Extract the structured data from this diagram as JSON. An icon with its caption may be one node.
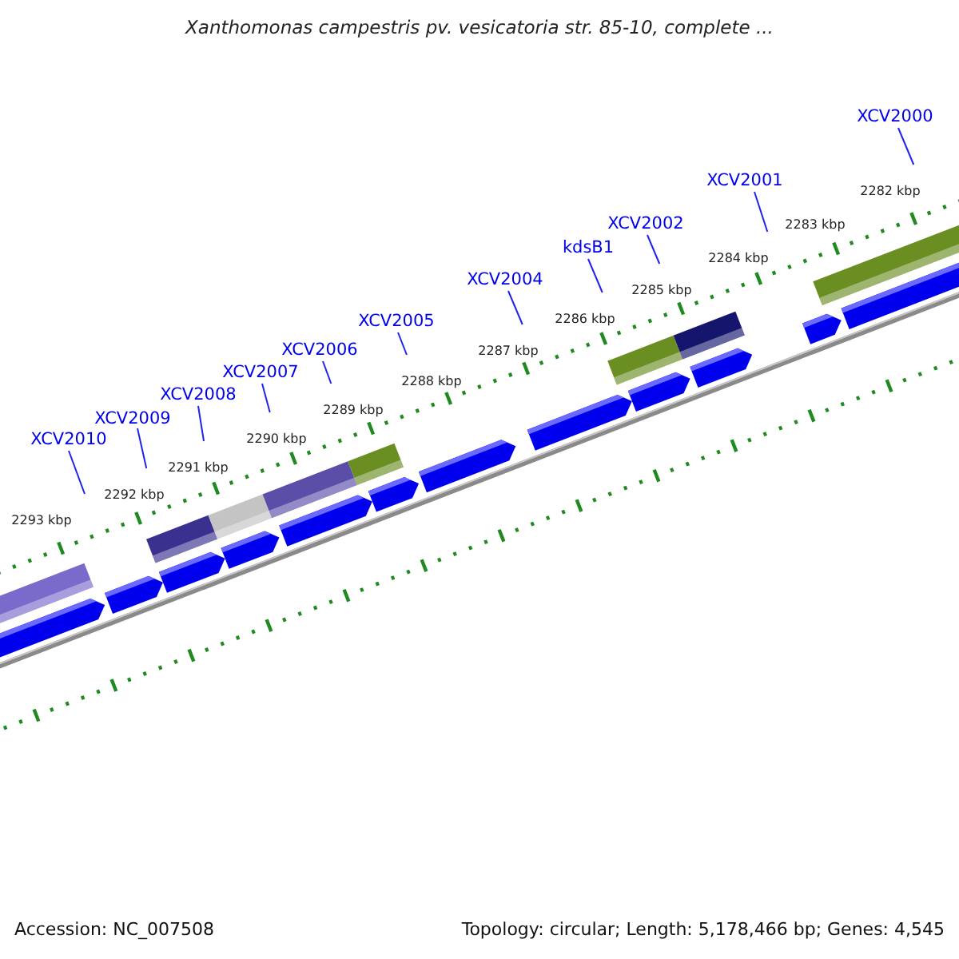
{
  "diagram": {
    "title": "Xanthomonas campestris pv. vesicatoria str. 85-10, complete ...",
    "nodes": [
      {
        "text": [
          "XCV2000"
        ]
      },
      {
        "text": [
          "XCV2001"
        ]
      },
      {
        "text": [
          "XCV2002"
        ]
      },
      {
        "text": [
          "kdsB1"
        ]
      },
      {
        "text": [
          "XCV2004"
        ]
      },
      {
        "text": [
          "XCV2005"
        ]
      },
      {
        "text": [
          "XCV2006"
        ]
      },
      {
        "text": [
          "XCV2007"
        ]
      },
      {
        "text": [
          "XCV2008"
        ]
      },
      {
        "text": [
          "XCV2009"
        ]
      },
      {
        "text": [
          "XCV2010"
        ]
      }
    ],
    "edges": [
      {
        "from": 0,
        "to": null,
        "arrow": "none"
      },
      {
        "from": 1,
        "to": null,
        "arrow": "none"
      },
      {
        "from": 2,
        "to": null,
        "arrow": "none"
      },
      {
        "from": 3,
        "to": null,
        "arrow": "none"
      },
      {
        "from": 4,
        "to": null,
        "arrow": "none"
      },
      {
        "from": 5,
        "to": null,
        "arrow": "none"
      },
      {
        "from": 6,
        "to": null,
        "arrow": "none"
      },
      {
        "from": 7,
        "to": null,
        "arrow": "none"
      },
      {
        "from": 8,
        "to": null,
        "arrow": "none"
      },
      {
        "from": 9,
        "to": null,
        "arrow": "none"
      },
      {
        "from": 10,
        "to": null,
        "arrow": "none"
      }
    ],
    "labels": [
      "2282 kbp",
      "2283 kbp",
      "2284 kbp",
      "2285 kbp",
      "2286 kbp",
      "2287 kbp",
      "2288 kbp",
      "2289 kbp",
      "2290 kbp",
      "2291 kbp",
      "2292 kbp",
      "2293 kbp",
      "Accession: NC_007508",
      "Topology: circular; Length: 5,178,466 bp; Genes: 4,545"
    ]
  }
}
